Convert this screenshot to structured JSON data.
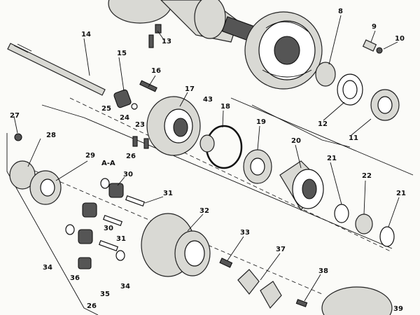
{
  "diagram": {
    "callouts": [
      "14",
      "15",
      "16",
      "17",
      "43",
      "18",
      "19",
      "20",
      "21",
      "22",
      "21",
      "23",
      "24",
      "25",
      "26",
      "27",
      "28",
      "29",
      "A-A",
      "30",
      "31",
      "30",
      "31",
      "32",
      "33",
      "34",
      "35",
      "34",
      "36",
      "37",
      "38",
      "39",
      "8",
      "9",
      "10",
      "11",
      "12",
      "13",
      "26"
    ]
  }
}
